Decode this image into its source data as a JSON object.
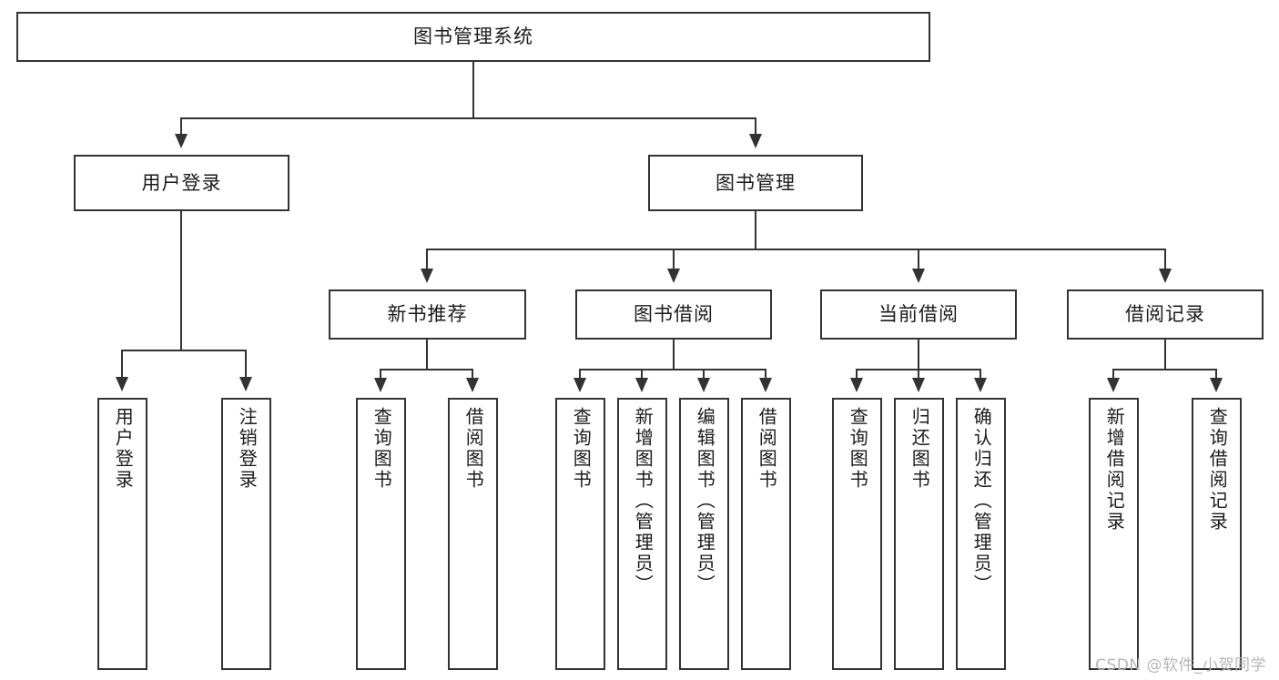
{
  "diagram": {
    "title": "图书管理系统",
    "type": "tree-hierarchy-chart",
    "orientation": "top-down",
    "watermark": "CSDN @软件_小贺同学",
    "line_color": "#333333",
    "box_fill": "#ffffff",
    "text_color": "#1b1b1b"
  },
  "nodes": {
    "root": {
      "label": "图书管理系统"
    },
    "level2": [
      {
        "label": "用户登录"
      },
      {
        "label": "图书管理"
      }
    ],
    "level3": [
      {
        "label": "新书推荐"
      },
      {
        "label": "图书借阅"
      },
      {
        "label": "当前借阅"
      },
      {
        "label": "借阅记录"
      }
    ],
    "leaves": {
      "user_login": [
        {
          "label": "用户登录"
        },
        {
          "label": "注销登录"
        }
      ],
      "new_book_recommend": [
        {
          "label": "查询图书"
        },
        {
          "label": "借阅图书"
        }
      ],
      "book_borrow": [
        {
          "label": "查询图书"
        },
        {
          "label": "新增图书（管理员）"
        },
        {
          "label": "编辑图书（管理员）"
        },
        {
          "label": "借阅图书"
        }
      ],
      "current_borrow": [
        {
          "label": "查询图书"
        },
        {
          "label": "归还图书"
        },
        {
          "label": "确认归还（管理员）"
        }
      ],
      "borrow_record": [
        {
          "label": "新增借阅记录"
        },
        {
          "label": "查询借阅记录"
        }
      ]
    }
  }
}
